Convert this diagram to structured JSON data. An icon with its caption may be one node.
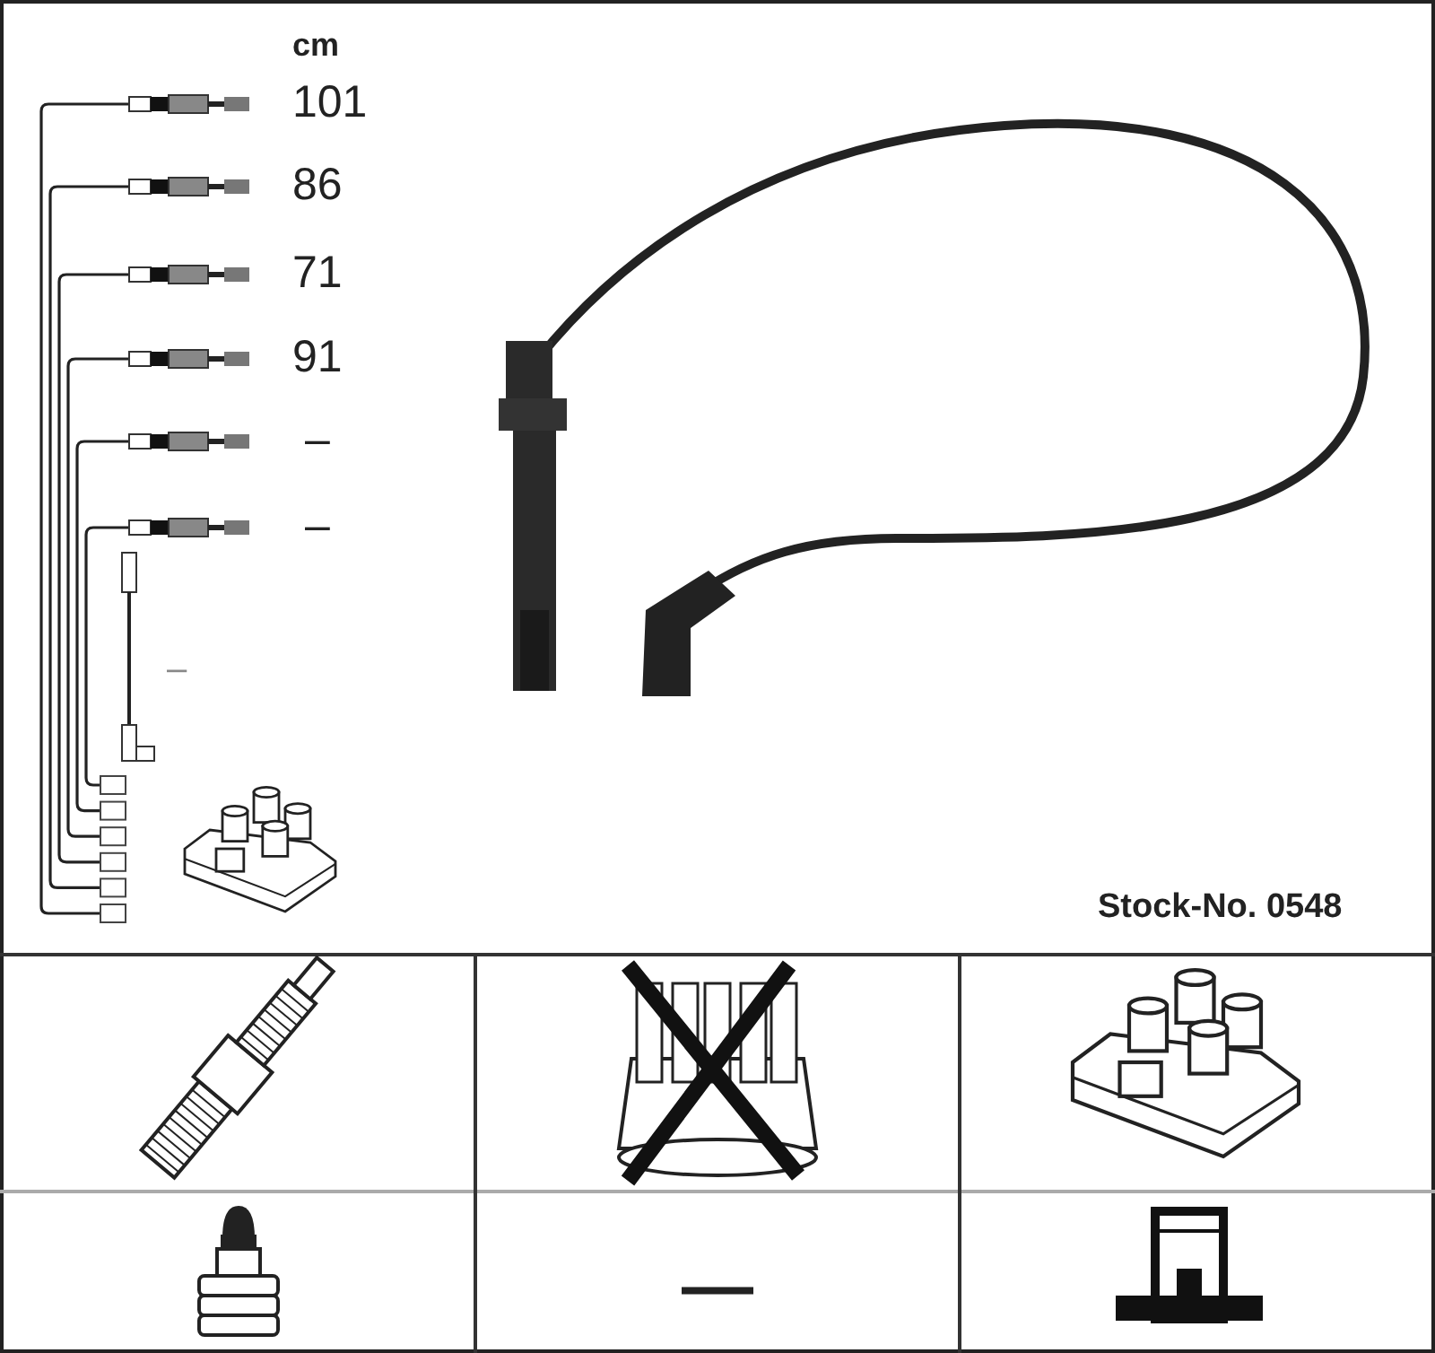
{
  "diagram": {
    "labels": [
      "cm",
      "101",
      "86",
      "71",
      "91",
      "–",
      "–",
      "–",
      "Stock-No. 0548",
      "—"
    ]
  }
}
